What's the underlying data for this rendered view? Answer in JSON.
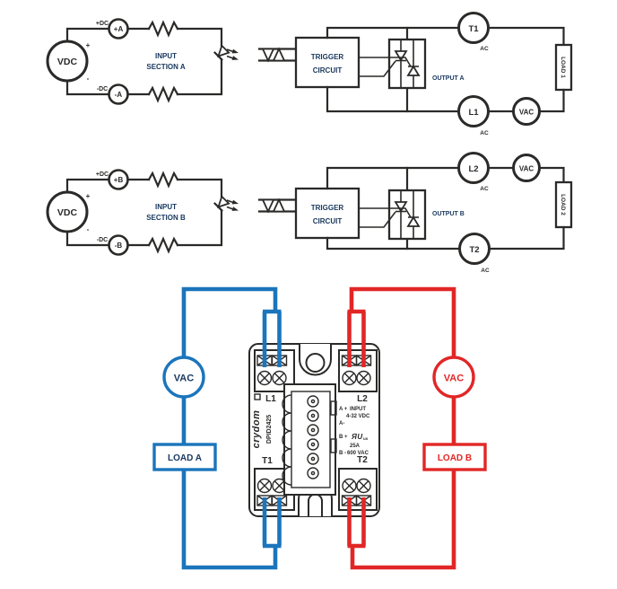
{
  "colors": {
    "line": "#2b2a29",
    "navy": "#17375e",
    "blue": "#1b75bc",
    "red": "#e12726"
  },
  "section_a": {
    "source": "VDC",
    "plus": "+",
    "minus": "-",
    "pos_rail": "+DC",
    "pos_terminal": "+A",
    "neg_rail": "-DC",
    "neg_terminal": "-A",
    "title1": "INPUT",
    "title2": "SECTION A",
    "trigger1": "TRIGGER",
    "trigger2": "CIRCUIT",
    "output": "OUTPUT A",
    "top_terminal": "T1",
    "bottom_terminal": "L1",
    "ac": "AC",
    "vac": "VAC",
    "load": "LOAD 1"
  },
  "section_b": {
    "source": "VDC",
    "plus": "+",
    "minus": "-",
    "pos_rail": "+DC",
    "pos_terminal": "+B",
    "neg_rail": "-DC",
    "neg_terminal": "-B",
    "title1": "INPUT",
    "title2": "SECTION B",
    "trigger1": "TRIGGER",
    "trigger2": "CIRCUIT",
    "output": "OUTPUT B",
    "top_terminal": "L2",
    "bottom_terminal": "T2",
    "ac": "AC",
    "vac": "VAC",
    "load": "LOAD 2"
  },
  "wiring": {
    "relay": {
      "brand": "crydom",
      "model": "DPID2425",
      "l1": "L1",
      "l2": "L2",
      "t1": "T1",
      "t2": "T2",
      "a_plus": "A +",
      "input": "INPUT",
      "input_voltage": "4-32 VDC",
      "a_minus": "A-",
      "b_plus": "B +",
      "ul_mark": "ЯU",
      "ul_us": "us",
      "current": "25A",
      "b_minus": "B -",
      "voltage": "600 VAC"
    },
    "circuit_a": {
      "vac": "VAC",
      "load": "LOAD A"
    },
    "circuit_b": {
      "vac": "VAC",
      "load": "LOAD B"
    }
  }
}
